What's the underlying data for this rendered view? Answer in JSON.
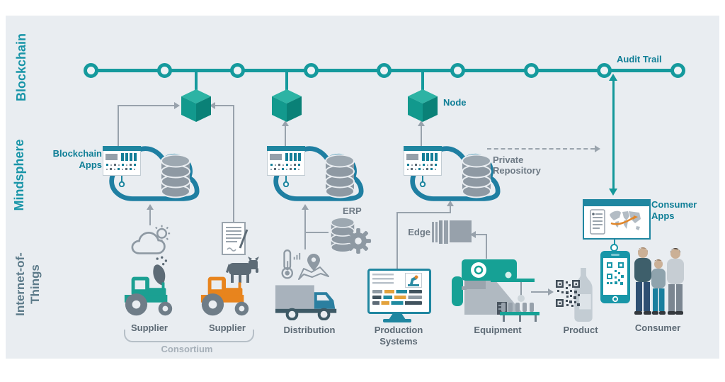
{
  "layer_labels": {
    "blockchain": "Blockchain",
    "mindsphere": "Mindsphere",
    "iot_line1": "Internet-of-",
    "iot_line2": "Things"
  },
  "annotations": {
    "audit_trail": "Audit Trail",
    "node": "Node",
    "blockchain_apps": "Blockchain Apps",
    "erp": "ERP",
    "edge": "Edge",
    "private_repository": "Private Repository",
    "consumer_apps": "Consumer Apps"
  },
  "iot_labels": {
    "supplier_left": "Supplier",
    "supplier_right": "Supplier",
    "distribution": "Distribution",
    "production_systems": "Production Systems",
    "equipment": "Equipment",
    "product": "Product",
    "consumer": "Consumer",
    "consortium": "Consortium"
  },
  "colors": {
    "chain_teal": "#159a9d",
    "cloud_teal": "#1f7fa2",
    "annotation_teal": "#0e7e96",
    "layer_teal": "#1995a8",
    "iot_layer_gray": "#5c7a89",
    "icon_gray": "#8e99a3",
    "text_gray": "#5d6a75",
    "orange": "#e8841d",
    "background": "#e9edf1"
  }
}
